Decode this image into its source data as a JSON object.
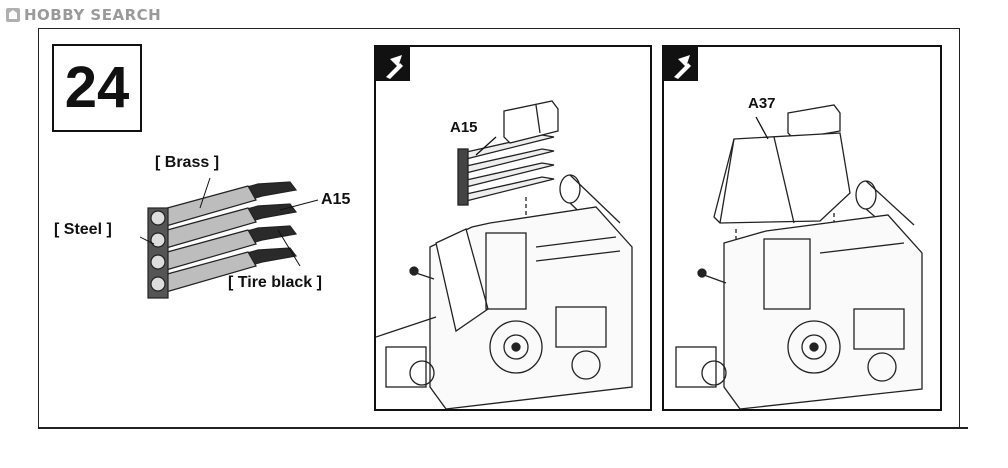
{
  "watermark": {
    "text": "HOBBY SEARCH",
    "logo_icon": "hobbysearch-logo-icon",
    "color": "#9a9a9a"
  },
  "step": {
    "number": "24"
  },
  "left_callouts": {
    "brass": "[ Brass ]",
    "steel": "[ Steel ]",
    "tire_black": "[ Tire black ]",
    "part": "A15"
  },
  "panels": [
    {
      "icon": "assembly-arrows-icon",
      "part_label": "A15"
    },
    {
      "icon": "assembly-arrows-icon",
      "part_label": "A37"
    }
  ],
  "colors": {
    "ink": "#111111",
    "brass_shell": "#b9b9b9",
    "tip_black": "#2a2a2a",
    "line_art": "#222222"
  }
}
